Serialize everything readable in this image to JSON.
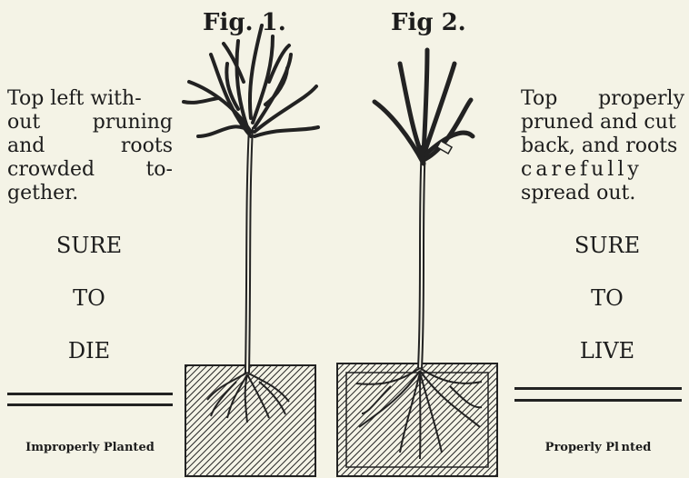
{
  "figures": {
    "fig1_label": "Fig. 1.",
    "fig2_label": "Fig 2."
  },
  "left_text": {
    "lines": [
      "Top left with-",
      "out pruning",
      "and roots",
      "crowded to-",
      "gether."
    ],
    "verdict": [
      "SURE",
      "TO",
      "DIE"
    ],
    "caption": "Improperly Planted"
  },
  "right_text": {
    "lines": [
      "Top properly",
      "pruned and cut",
      "back, and roots",
      "carefully",
      "spread out."
    ],
    "verdict": [
      "SURE",
      "TO",
      "LIVE"
    ],
    "caption": "Properly Pl nted"
  },
  "colors": {
    "paper": "#f4f3e6",
    "ink": "#1c1c1c"
  }
}
